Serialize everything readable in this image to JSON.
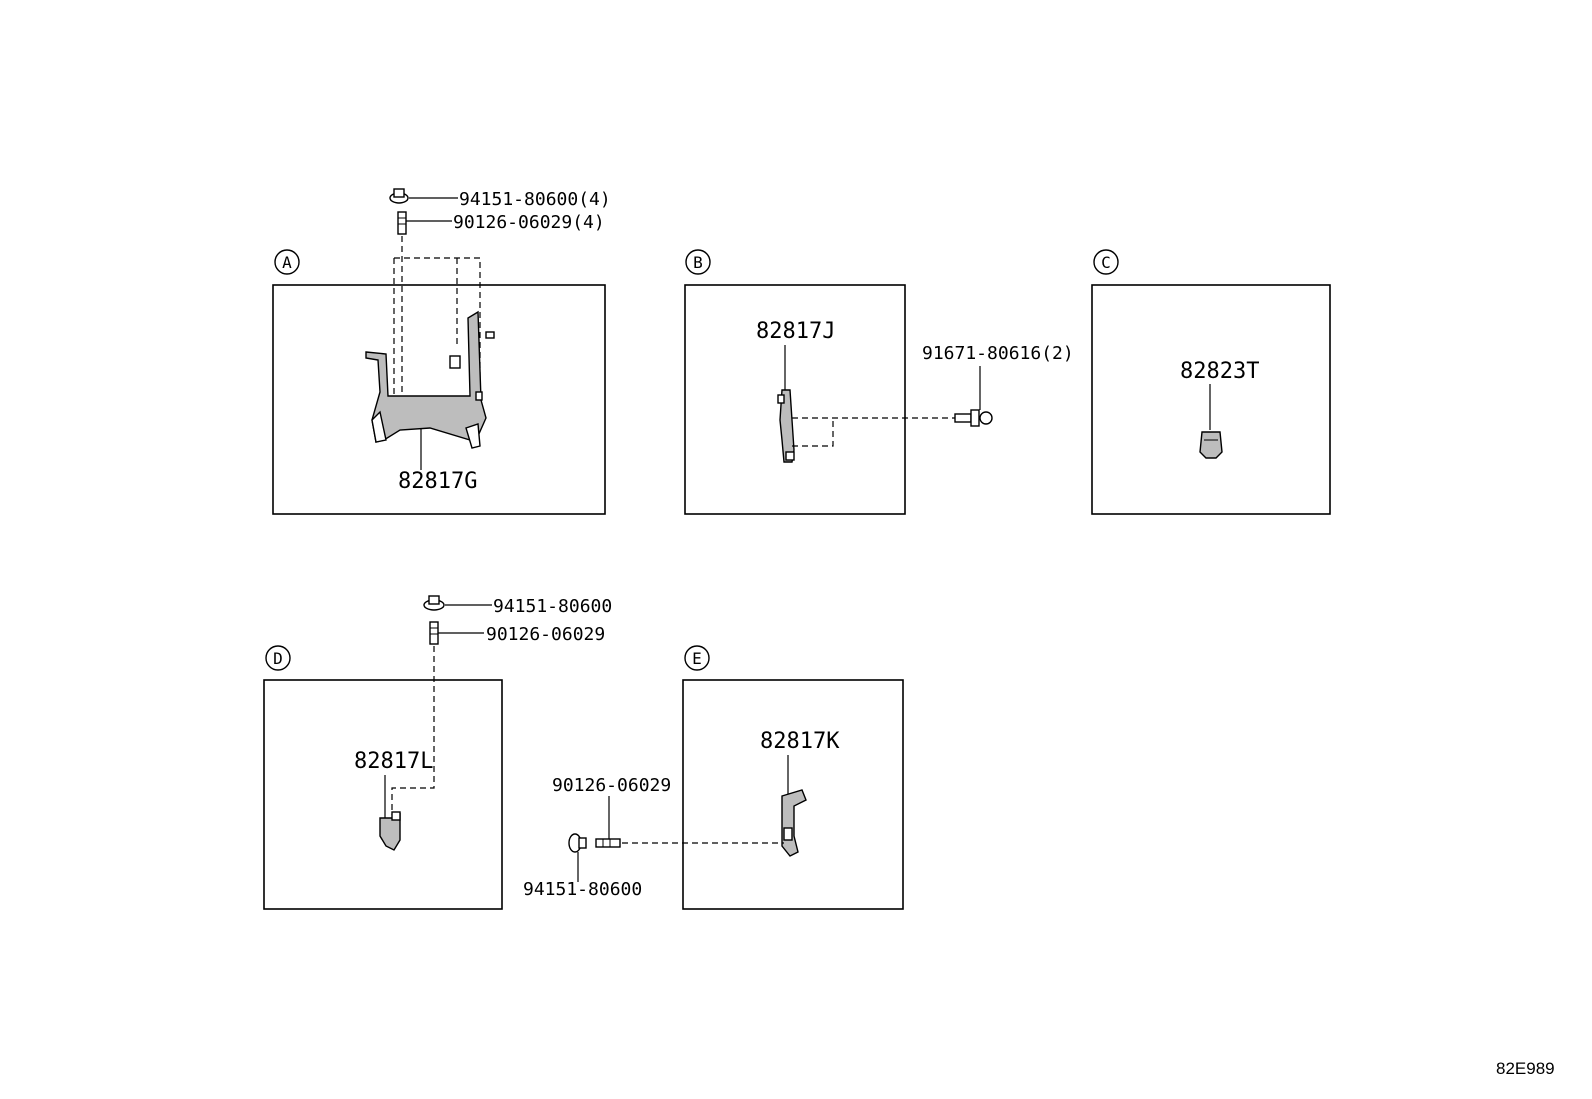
{
  "sections": [
    {
      "id": "A",
      "part": "82817G"
    },
    {
      "id": "B",
      "part": "82817J"
    },
    {
      "id": "C",
      "part": "82823T"
    },
    {
      "id": "D",
      "part": "82817L"
    },
    {
      "id": "E",
      "part": "82817K"
    }
  ],
  "callouts": {
    "a_nut": "94151-80600(4)",
    "a_stud": "90126-06029(4)",
    "b_bolt": "91671-80616(2)",
    "d_nut": "94151-80600",
    "d_stud": "90126-06029",
    "e_stud": "90126-06029",
    "e_nut": "94151-80600"
  },
  "diagram_code": "82E989"
}
